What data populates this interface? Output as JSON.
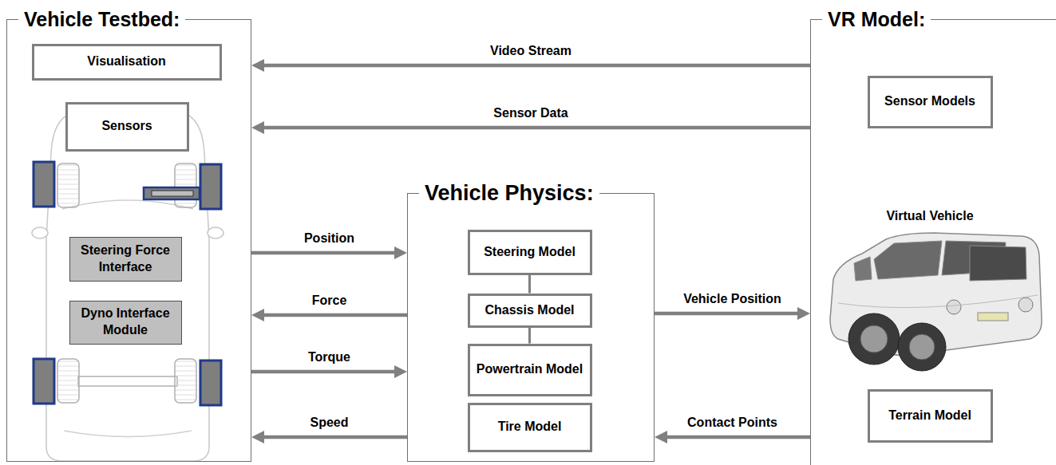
{
  "diagram": {
    "nodes": [
      {
        "text": [
          "Vehicle Testbed:"
        ]
      },
      {
        "text": [
          "Visualisation"
        ],
        "in": 0
      },
      {
        "text": [
          "Sensors"
        ],
        "in": 0
      },
      {
        "text": [
          "Steering Force Interface"
        ],
        "in": 0
      },
      {
        "text": [
          "Dyno Interface Module"
        ],
        "in": 0
      },
      {
        "text": [
          "Vehicle Physics:"
        ]
      },
      {
        "text": [
          "Steering Model"
        ],
        "in": 5
      },
      {
        "text": [
          "Chassis Model"
        ],
        "in": 5
      },
      {
        "text": [
          "Powertrain Model"
        ],
        "in": 5
      },
      {
        "text": [
          "Tire Model"
        ],
        "in": 5
      },
      {
        "text": [
          "VR Model:"
        ]
      },
      {
        "text": [
          "Sensor Models"
        ],
        "in": 10
      },
      {
        "text": [
          "Terrain Model"
        ],
        "in": 10
      }
    ],
    "edges": [
      {
        "from": 10,
        "to": 0,
        "label": "Video Stream",
        "arrow": "to"
      },
      {
        "from": 10,
        "to": 0,
        "label": "Sensor Data",
        "arrow": "to"
      },
      {
        "from": 0,
        "to": 5,
        "label": "Position",
        "arrow": "to"
      },
      {
        "from": 5,
        "to": 0,
        "label": "Force",
        "arrow": "to"
      },
      {
        "from": 0,
        "to": 5,
        "label": "Torque",
        "arrow": "to"
      },
      {
        "from": 5,
        "to": 0,
        "label": "Speed",
        "arrow": "to"
      },
      {
        "from": 5,
        "to": 10,
        "label": "Vehicle Position",
        "arrow": "to"
      },
      {
        "from": 10,
        "to": 5,
        "label": "Contact Points",
        "arrow": "to"
      },
      {
        "from": 6,
        "to": 7,
        "arrow": "none"
      },
      {
        "from": 7,
        "to": 8,
        "arrow": "none"
      },
      {
        "from": 8,
        "to": 9,
        "arrow": "to"
      }
    ],
    "labels": [
      "Virtual Vehicle"
    ]
  }
}
